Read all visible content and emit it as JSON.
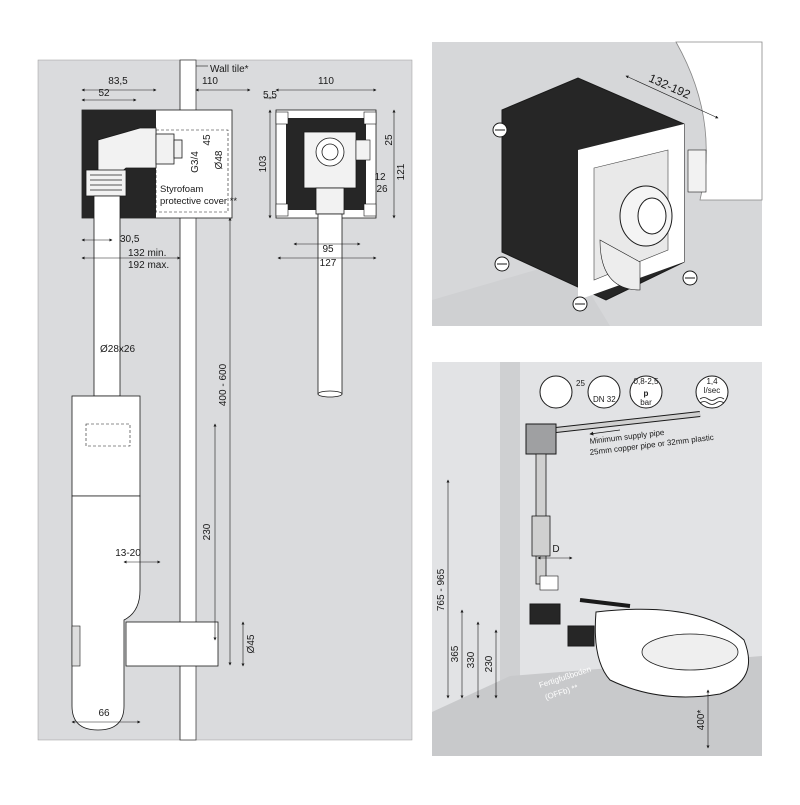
{
  "left_panel": {
    "dims": {
      "d83_5": "83,5",
      "d52": "52",
      "d110_a": "110",
      "d110_b": "110",
      "d5_5": "5,5",
      "d45": "45",
      "d48": "Ø48",
      "g34": "G3/4",
      "d103": "103",
      "d25": "25",
      "d121": "121",
      "d12": "12",
      "d26": "26",
      "d30_5": "30,5",
      "d132min": "132 min.",
      "d192max": "192 max.",
      "d95": "95",
      "d127": "127",
      "d28x26": "Ø28x26",
      "d400_600": "400 - 600",
      "d230": "230",
      "d13_20": "13-20",
      "d45b": "Ø45",
      "d66": "66"
    },
    "labels": {
      "wall_tile": "Wall tile*",
      "styrofoam_1": "Styrofoam",
      "styrofoam_2": "protective cover **"
    }
  },
  "top_right": {
    "dim": "132-192"
  },
  "bottom_right": {
    "icons": {
      "i25": "25",
      "dn32": "DN 32",
      "pressure": "0,8-2,5",
      "p": "p",
      "bar": "bar",
      "flow1": "1,4",
      "flow2": "l/sec"
    },
    "supply_1": "Minimum supply pipe",
    "supply_2": "25mm copper pipe or 32mm plastic",
    "d765_965": "765 - 965",
    "d365": "365",
    "d330": "330",
    "d230": "230",
    "d_D": "D",
    "d400": "400*",
    "floor_1": "Fertigfußboden",
    "floor_2": "(OFFb) **"
  },
  "colors": {
    "panel_bg": "#dadbdd",
    "panel_dark": "#c9cacc",
    "box_dark": "#262626",
    "line": "#1a1a1a",
    "white": "#ffffff"
  }
}
